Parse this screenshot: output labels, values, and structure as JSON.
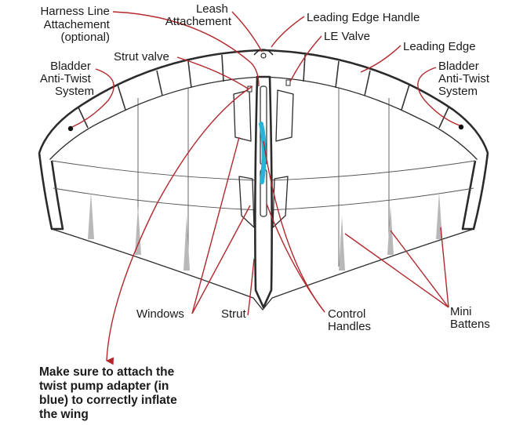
{
  "labels": {
    "harness_line": [
      "Harness Line",
      "Attachement",
      "(optional)"
    ],
    "leash": [
      "Leash",
      "Attachement"
    ],
    "leading_edge_handle": "Leading Edge Handle",
    "le_valve": "LE Valve",
    "leading_edge": "Leading Edge",
    "bladder_left": [
      "Bladder",
      "Anti-Twist",
      "System"
    ],
    "bladder_right": [
      "Bladder",
      "Anti-Twist",
      "System"
    ],
    "strut_valve": "Strut valve",
    "windows": "Windows",
    "strut": "Strut",
    "control_handles": [
      "Control",
      "Handles"
    ],
    "mini_battens": [
      "Mini",
      "Battens"
    ]
  },
  "note": [
    "Make sure to attach the",
    "twist pump adapter (in",
    "blue) to correctly inflate",
    "the wing"
  ],
  "colors": {
    "leader": "#b3282d",
    "pump_adapter": "#27b4d6",
    "outline": "#2b2b2b",
    "batten": "#b8b8b8"
  }
}
